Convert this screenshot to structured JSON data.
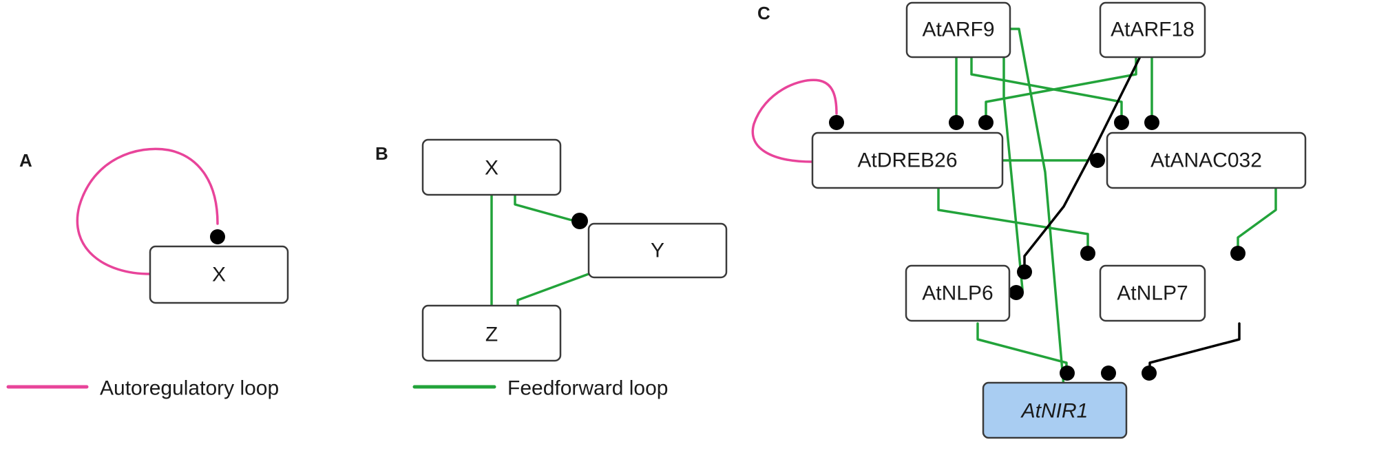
{
  "colors": {
    "autoregulatory": "#e8449a",
    "feedforward": "#22a33a",
    "other": "#000000",
    "target_fill": "#a9cdf2"
  },
  "panels": {
    "A": {
      "label": "A",
      "nodes": [
        {
          "id": "X",
          "label": "X"
        }
      ],
      "edges": [
        {
          "from": "X",
          "to": "X",
          "type": "autoregulatory"
        }
      ]
    },
    "B": {
      "label": "B",
      "nodes": [
        {
          "id": "X",
          "label": "X"
        },
        {
          "id": "Y",
          "label": "Y"
        },
        {
          "id": "Z",
          "label": "Z"
        }
      ],
      "edges": [
        {
          "from": "X",
          "to": "Y",
          "type": "feedforward"
        },
        {
          "from": "X",
          "to": "Z",
          "type": "feedforward"
        },
        {
          "from": "Y",
          "to": "Z",
          "type": "feedforward"
        }
      ]
    },
    "C": {
      "label": "C",
      "nodes": [
        {
          "id": "AtARF9",
          "label": "AtARF9"
        },
        {
          "id": "AtARF18",
          "label": "AtARF18"
        },
        {
          "id": "AtDREB26",
          "label": "AtDREB26"
        },
        {
          "id": "AtANAC032",
          "label": "AtANAC032"
        },
        {
          "id": "AtNLP6",
          "label": "AtNLP6"
        },
        {
          "id": "AtNLP7",
          "label": "AtNLP7"
        },
        {
          "id": "AtNIR1",
          "label": "AtNIR1",
          "italic": true,
          "target": true
        }
      ],
      "edges": [
        {
          "from": "AtDREB26",
          "to": "AtDREB26",
          "type": "autoregulatory"
        },
        {
          "from": "AtARF9",
          "to": "AtDREB26",
          "type": "feedforward"
        },
        {
          "from": "AtARF9",
          "to": "AtANAC032",
          "type": "feedforward"
        },
        {
          "from": "AtARF9",
          "to": "AtNLP6",
          "type": "feedforward"
        },
        {
          "from": "AtARF9",
          "to": "AtNIR1",
          "type": "feedforward"
        },
        {
          "from": "AtARF18",
          "to": "AtDREB26",
          "type": "feedforward"
        },
        {
          "from": "AtARF18",
          "to": "AtANAC032",
          "type": "feedforward"
        },
        {
          "from": "AtARF18",
          "to": "AtNLP6",
          "type": "other"
        },
        {
          "from": "AtDREB26",
          "to": "AtANAC032",
          "type": "feedforward"
        },
        {
          "from": "AtDREB26",
          "to": "AtNLP7",
          "type": "feedforward"
        },
        {
          "from": "AtANAC032",
          "to": "AtNLP7",
          "type": "feedforward"
        },
        {
          "from": "AtNLP6",
          "to": "AtNIR1",
          "type": "feedforward"
        },
        {
          "from": "AtNLP7",
          "to": "AtNIR1",
          "type": "other"
        }
      ]
    }
  },
  "legend": [
    {
      "label": "Autoregulatory loop",
      "type": "autoregulatory"
    },
    {
      "label": "Feedforward loop",
      "type": "feedforward"
    }
  ]
}
